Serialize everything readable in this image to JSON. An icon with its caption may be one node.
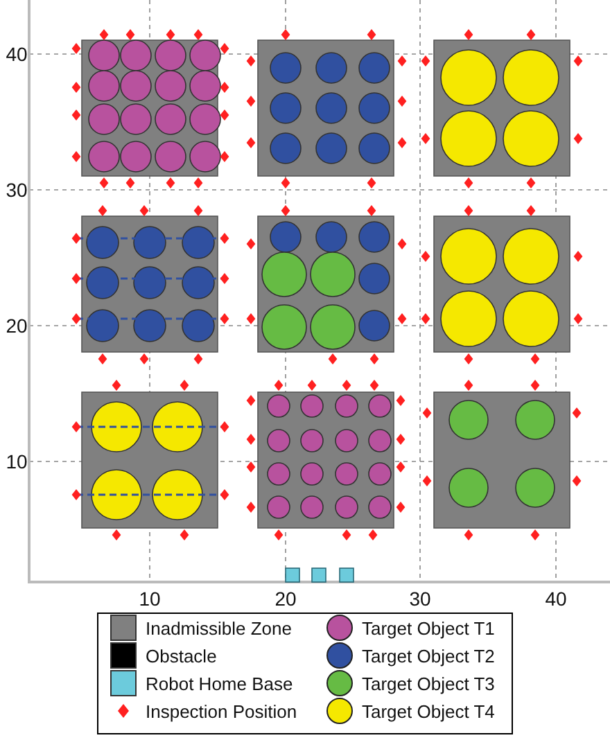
{
  "diagram": {
    "labels": [
      "40",
      "30",
      "20",
      "10",
      "10",
      "20",
      "30",
      "40"
    ],
    "legend": [
      {
        "text": "Inadmissible Zone",
        "color": "#808080"
      },
      {
        "text": "Obstacle",
        "color": "#000000"
      },
      {
        "text": "Robot Home Base",
        "color": "#6ccbdc"
      },
      {
        "text": "Inspection Position",
        "color": "#ff2020"
      },
      {
        "text": "Target Object T1",
        "color": "#b8529e"
      },
      {
        "text": "Target Object T2",
        "color": "#3050a0"
      },
      {
        "text": "Target Object T3",
        "color": "#66bb44"
      },
      {
        "text": "Target Object T4",
        "color": "#f5e800"
      }
    ]
  }
}
